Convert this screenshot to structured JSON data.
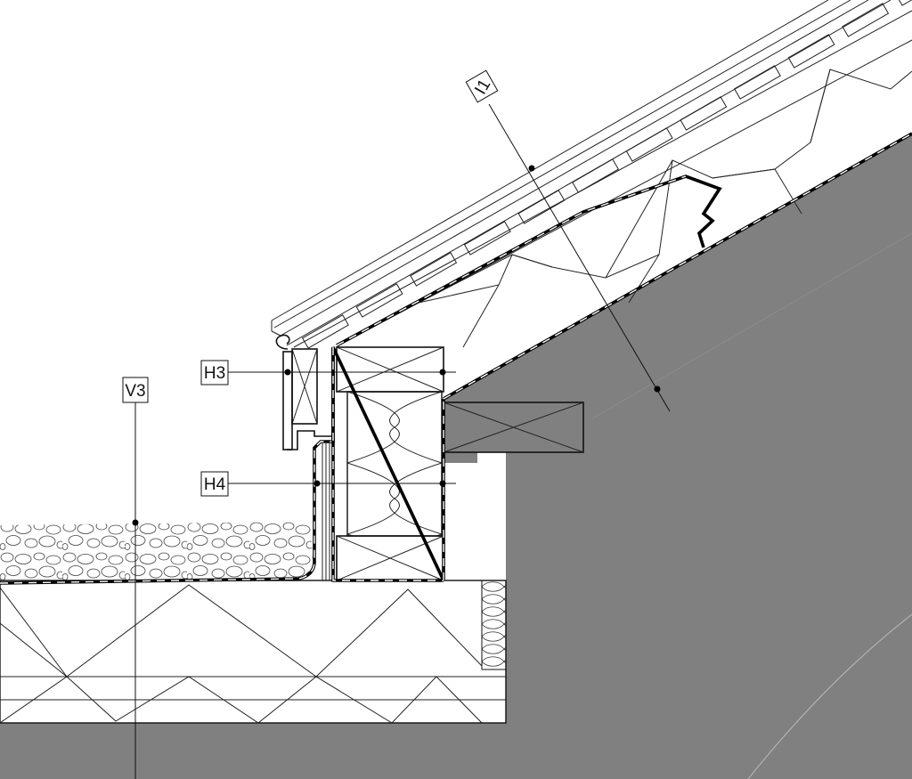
{
  "reference_lines": [
    {
      "id": "H3"
    },
    {
      "id": "H4"
    },
    {
      "id": "V3"
    },
    {
      "id": "I1"
    }
  ],
  "colors": {
    "concrete": "#808080",
    "line": "#111111",
    "background": "#ffffff"
  }
}
